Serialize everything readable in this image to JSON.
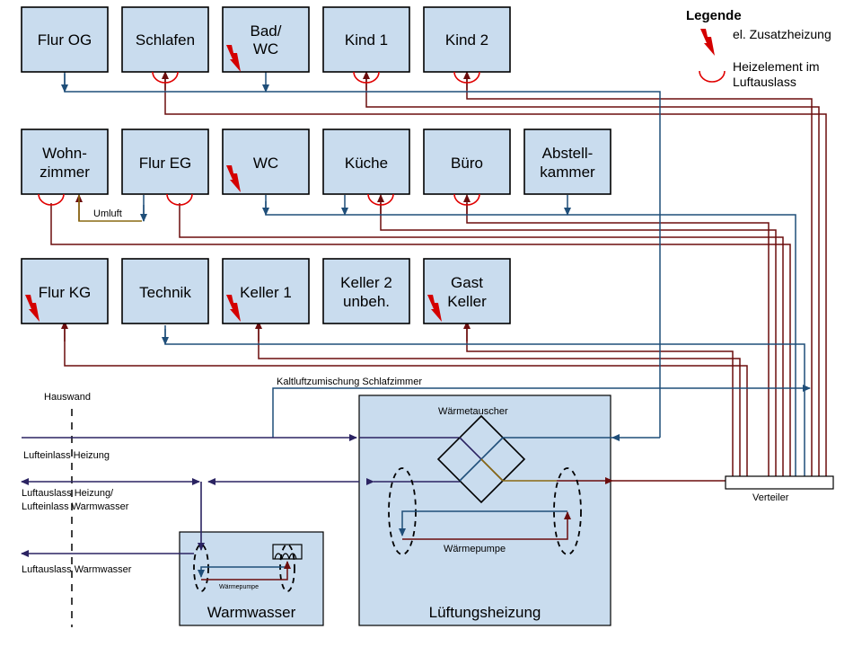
{
  "legend": {
    "title": "Legende",
    "zusatzheizung": "el. Zusatzheizung",
    "heizelement_line1": "Heizelement im",
    "heizelement_line2": "Luftauslass"
  },
  "rooms": {
    "flur_og": [
      "Flur OG"
    ],
    "schlafen": [
      "Schlafen"
    ],
    "bad_wc": [
      "Bad/",
      "WC"
    ],
    "kind1": [
      "Kind 1"
    ],
    "kind2": [
      "Kind 2"
    ],
    "wohnzimmer": [
      "Wohn-",
      "zimmer"
    ],
    "flur_eg": [
      "Flur EG"
    ],
    "wc": [
      "WC"
    ],
    "kueche": [
      "Küche"
    ],
    "buero": [
      "Büro"
    ],
    "abstellkammer": [
      "Abstell-",
      "kammer"
    ],
    "flur_kg": [
      "Flur KG"
    ],
    "technik": [
      "Technik"
    ],
    "keller1": [
      "Keller 1"
    ],
    "keller2": [
      "Keller 2",
      "unbeh."
    ],
    "gast_keller": [
      "Gast",
      "Keller"
    ]
  },
  "labels": {
    "umluft": "Umluft",
    "kaltluft": "Kaltluftzumischung Schlafzimmer",
    "hauswand": "Hauswand",
    "lufteinlass_heizung": "Lufteinlass Heizung",
    "luftauslass_heizung_1": "Luftauslass Heizung/",
    "luftauslass_heizung_2": "Lufteinlass Warmwasser",
    "luftauslass_warmwasser": "Luftauslass Warmwasser",
    "waermetauscher": "Wärmetauscher",
    "waermepumpe": "Wärmepumpe",
    "waermepumpe_small": "Wärmepumpe",
    "verteiler": "Verteiler",
    "warmwasser": "Warmwasser",
    "lueftungsheizung": "Lüftungsheizung"
  },
  "colors": {
    "room_fill": "#c9dcee",
    "supply_line": "#6b0d0d",
    "exhaust_line": "#1f4e79",
    "outdoor_line": "#2b2362",
    "bolt": "#d40000",
    "heating_element": "#e00000"
  }
}
